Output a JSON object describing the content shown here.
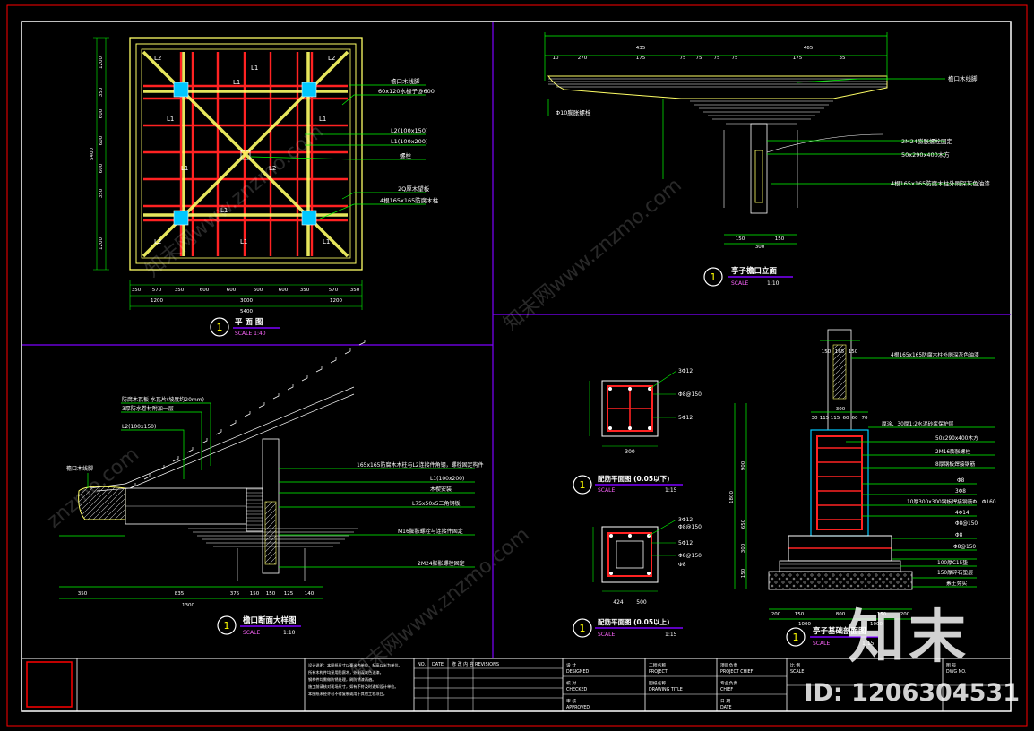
{
  "colors": {
    "frame": "#ff0000",
    "divider": "#7d00ff",
    "dim": "#00ff00",
    "beam": "#ff2222",
    "wood": "#ffff66",
    "post": "#00c8ff",
    "text": "#ffffff"
  },
  "drawings": {
    "plan": {
      "title": "平 面 图",
      "scale": "SCALE 1:40",
      "num": "1",
      "labels": [
        "檐口木线脚",
        "60x120水椽子@600",
        "L2(100x150)",
        "L1(100x200)",
        "螺栓",
        "2Q厚木望板",
        "4根165x165防腐木柱"
      ],
      "beam_tags": [
        "L2",
        "L1",
        "L1",
        "L2",
        "L1",
        "L1",
        "L1",
        "L2",
        "L1",
        "L2",
        "L1",
        "L1"
      ],
      "dims_bottom": [
        "350",
        "570",
        "350",
        "600",
        "600",
        "600",
        "600",
        "350",
        "570",
        "350"
      ],
      "dims_bottom_2": [
        "1200",
        "3000",
        "1200"
      ],
      "dims_total": "5400",
      "dims_left": [
        "1200",
        "350",
        "600",
        "600",
        "600",
        "350",
        "1200"
      ],
      "dims_left_total": "5400"
    },
    "eave_elevation": {
      "title": "亭子檐口立面",
      "scale": "SCALE",
      "ratio": "1:10",
      "num": "1",
      "labels": [
        "檐口木线脚",
        "2M24膨胀螺栓固定",
        "50x290x400木方",
        "4根165x165防腐木柱外刷深灰色油漆"
      ],
      "dims_top": [
        "435",
        "465"
      ],
      "dims_top_2": [
        "10",
        "270",
        "175",
        "75",
        "75",
        "75",
        "75",
        "175",
        "35"
      ],
      "dims_bottom": [
        "150",
        "150"
      ],
      "dims_bottom_total": "300",
      "left_note": "Φ10膨胀螺栓"
    },
    "eave_section": {
      "title": "檐口断面大样图",
      "scale": "SCALE",
      "ratio": "1:10",
      "num": "1",
      "labels": [
        "防腐木瓦板 水瓦片(坡度约20mm)",
        "3厚防水卷材附加一层",
        "L2(100x150)",
        "165x165防腐木木柱与L2连接件角钢，螺栓固定构件",
        "L1(100x200)",
        "木楔安装",
        "L75x50x5三角钢板",
        "M16膨胀螺栓与连接件固定",
        "2M24膨胀螺栓固定"
      ],
      "left_note": "檐口木线脚",
      "dims_bottom": [
        "350",
        "835",
        "375",
        "150",
        "150",
        "125",
        "140"
      ],
      "dims_total": "1300"
    },
    "col_plan_low": {
      "title": "配筋平面图 (0.05以下)",
      "scale": "SCALE",
      "ratio": "1:15",
      "num": "1",
      "labels": [
        "3Φ12",
        "Φ8@150",
        "5Φ12"
      ],
      "dim": "300"
    },
    "col_plan_high": {
      "title": "配筋平面图 (0.05以上)",
      "scale": "SCALE",
      "ratio": "1:15",
      "num": "1",
      "labels": [
        "3Φ12",
        "Φ8@150",
        "5Φ12",
        "Φ8@150",
        "Φ8"
      ],
      "dims_bottom": [
        "424",
        "500"
      ]
    },
    "foundation": {
      "title": "亭子基础剖面图",
      "scale": "SCALE",
      "ratio": "1:15",
      "num": "1",
      "labels": [
        "4根165x165防腐木柱外刷深灰色油漆",
        "厚涂、30厚1:2水泥砂浆保护层",
        "50x290x400木方",
        "2M16膨胀螺栓",
        "8厚钢板焊接钢筋",
        "Φ8",
        "3Φ8",
        "10厚300x300钢板焊接钢筋Φ、Φ160",
        "4Φ14",
        "Φ8@150",
        "Φ8",
        "Φ8@150",
        "100厚C15垫",
        "150厚碎石垫层",
        "素土夯实"
      ],
      "dims_top": [
        "150",
        "165",
        "150"
      ],
      "dims_mid": [
        "30",
        "115",
        "115",
        "60",
        "60",
        "300",
        "70"
      ],
      "dims_left": [
        "1800",
        "900",
        "650",
        "300",
        "150"
      ],
      "dims_bottom": [
        "200",
        "150",
        "800",
        "150",
        "200"
      ],
      "dims_bottom_2": [
        "1000",
        "1000"
      ]
    }
  },
  "title_block": {
    "header": [
      "NO.",
      "DATE",
      "REVISIONS",
      "修 改 内 容"
    ],
    "notes": [
      "设计说明：本图纸尺寸以毫米为单位，标高以米为单位。",
      "所有木构件均采用防腐木，外刷深灰色油漆。",
      "钢构件均需做防锈处理，刷防锈漆两遍。",
      "施工前请核对现场尺寸，如有不符及时通知设计单位。",
      "本图纸未经许可不得复制或用于其他工程项目。"
    ],
    "cells": [
      "设 计",
      "DESIGNED",
      "校 对",
      "CHECKED",
      "审 核",
      "APPROVED",
      "工程名称",
      "PROJECT",
      "图纸名称",
      "DRAWING TITLE",
      "项目负责",
      "PROJECT CHIEF",
      "专业负责",
      "CHIEF",
      "日 期",
      "DATE",
      "比 例",
      "SCALE",
      "图 号",
      "DWG NO."
    ]
  },
  "watermarks": {
    "brand": "知末",
    "id": "ID: 1206304531",
    "diagonal": [
      "知末网www.znzmo.com",
      "znzmo.com"
    ]
  }
}
